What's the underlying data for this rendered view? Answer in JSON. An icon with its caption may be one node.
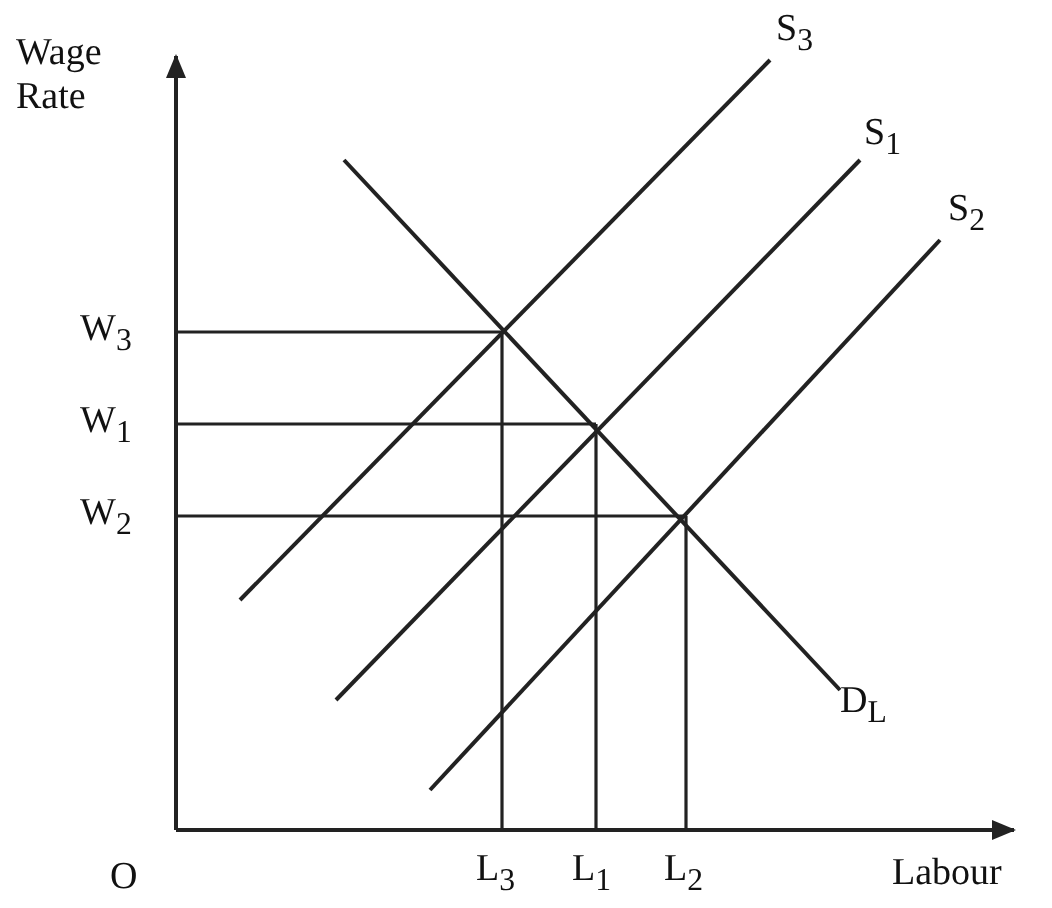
{
  "diagram": {
    "labels": [
      "Wage Rate",
      "S$_{3}$",
      "S$_{1}$",
      "S$_{2}$",
      "W$_{3}$",
      "W$_{1}$",
      "W$_{2}$",
      "D$_{L}$",
      "O",
      "L$_{3}$",
      "L$_{1}$",
      "L$_{2}$",
      "Labour"
    ]
  }
}
